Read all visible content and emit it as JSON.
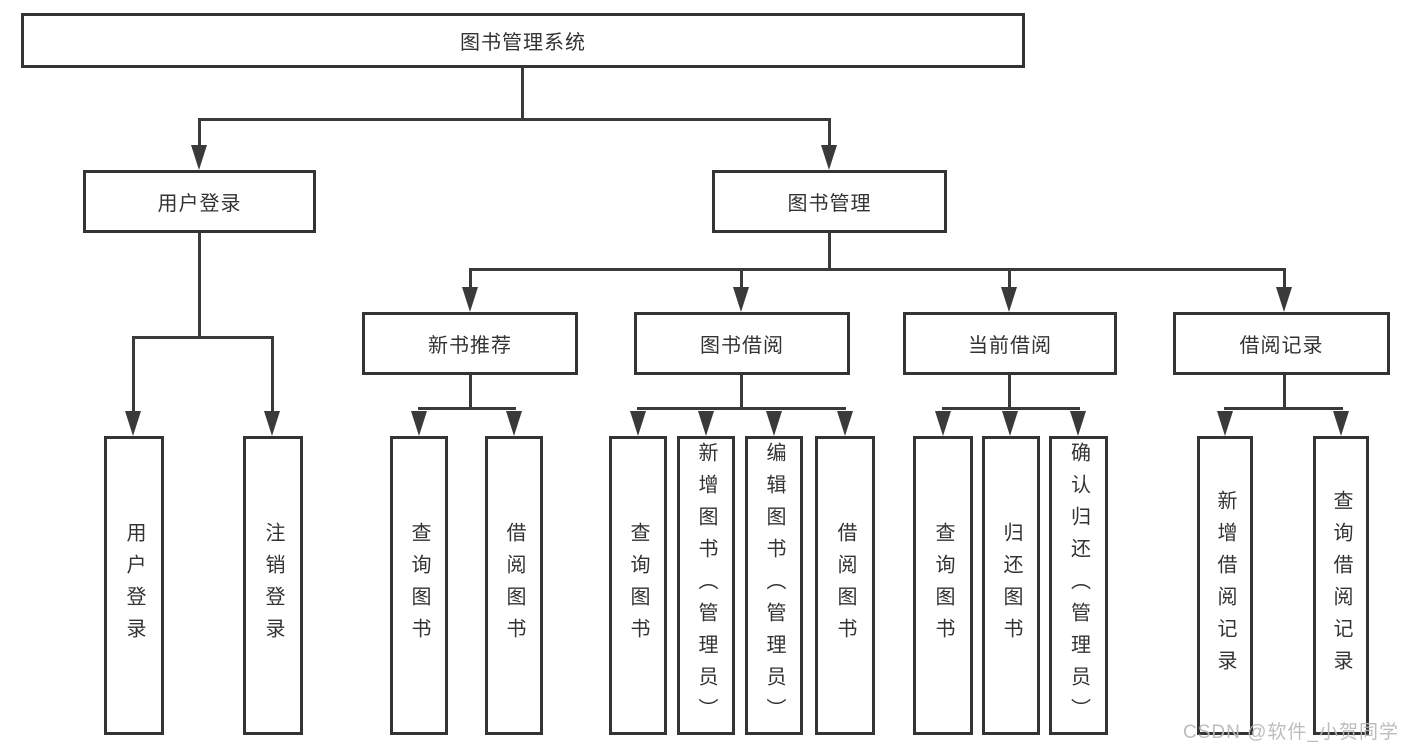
{
  "watermark": "CSDN @软件_小贺同学",
  "colors": {
    "line": "#3a3a3a",
    "box_border": "#343434",
    "text": "#333333",
    "watermark": "#b9b9b9",
    "background": "#ffffff"
  },
  "tree": {
    "label": "图书管理系统",
    "children": [
      {
        "label": "用户登录",
        "children": [
          {
            "label": "用户登录"
          },
          {
            "label": "注销登录"
          }
        ]
      },
      {
        "label": "图书管理",
        "children": [
          {
            "label": "新书推荐",
            "children": [
              {
                "label": "查询图书"
              },
              {
                "label": "借阅图书"
              }
            ]
          },
          {
            "label": "图书借阅",
            "children": [
              {
                "label": "查询图书"
              },
              {
                "label": "新增图书（管理员）"
              },
              {
                "label": "编辑图书（管理员）"
              },
              {
                "label": "借阅图书"
              }
            ]
          },
          {
            "label": "当前借阅",
            "children": [
              {
                "label": "查询图书"
              },
              {
                "label": "归还图书"
              },
              {
                "label": "确认归还（管理员）"
              }
            ]
          },
          {
            "label": "借阅记录",
            "children": [
              {
                "label": "新增借阅记录"
              },
              {
                "label": "查询借阅记录"
              }
            ]
          }
        ]
      }
    ]
  }
}
